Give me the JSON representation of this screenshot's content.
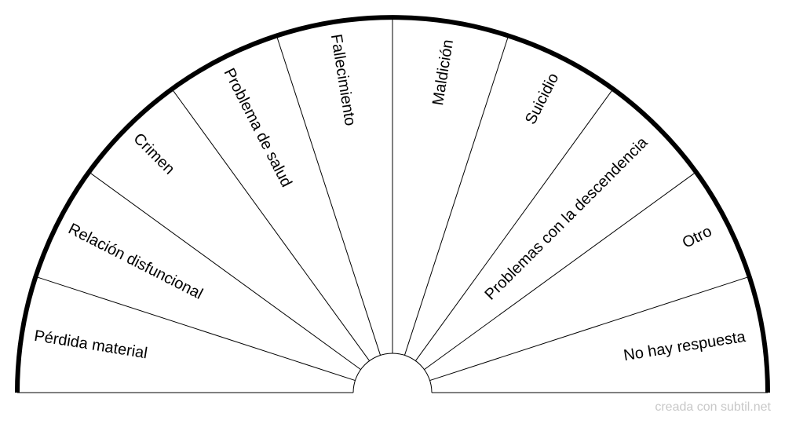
{
  "segments": [
    "Pérdida material",
    "Relación disfuncional",
    "Crimen",
    "Problema de salud",
    "Fallecimiento",
    "Maldición",
    "Suicidio",
    "Problemas con la descendencia",
    "Otro",
    "No hay respuesta"
  ],
  "footer": {
    "credit": "creada con subtil.net"
  },
  "colors": {
    "stroke": "#000000",
    "credit": "#c8c8c8",
    "background": "#ffffff"
  }
}
